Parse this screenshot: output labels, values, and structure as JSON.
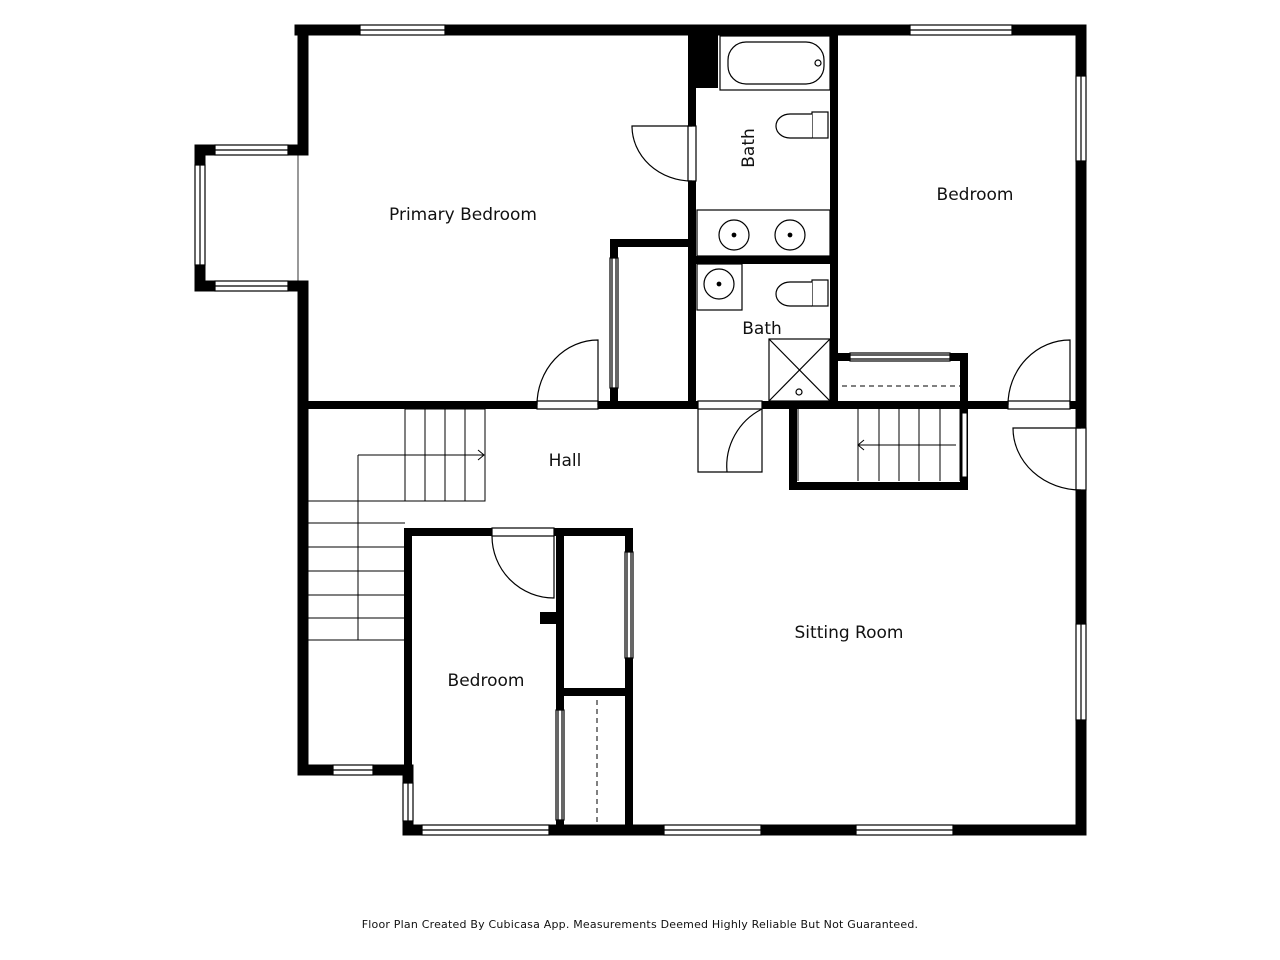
{
  "rooms": {
    "primary_bedroom": "Primary Bedroom",
    "bath_upper": "Bath",
    "bedroom_east": "Bedroom",
    "bath_lower": "Bath",
    "hall": "Hall",
    "sitting_room": "Sitting Room",
    "bedroom_southwest": "Bedroom"
  },
  "footer": {
    "disclaimer": "Floor Plan Created By Cubicasa App. Measurements Deemed Highly Reliable But Not Guaranteed."
  }
}
